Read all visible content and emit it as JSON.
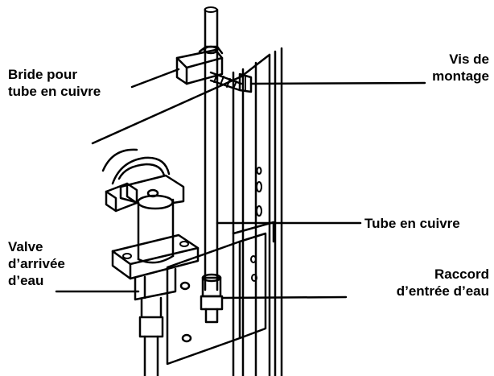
{
  "labels": {
    "bride": {
      "line1": "Bride pour",
      "line2": "tube en cuivre"
    },
    "vis": {
      "line1": "Vis de",
      "line2": "montage"
    },
    "tube": {
      "line1": "Tube en cuivre"
    },
    "valve": {
      "line1": "Valve",
      "line2": "d’arrivée",
      "line3": "d’eau"
    },
    "raccord": {
      "line1": "Raccord",
      "line2": "d’entrée d’eau"
    }
  },
  "colors": {
    "ink": "#000000",
    "paper": "#ffffff"
  }
}
